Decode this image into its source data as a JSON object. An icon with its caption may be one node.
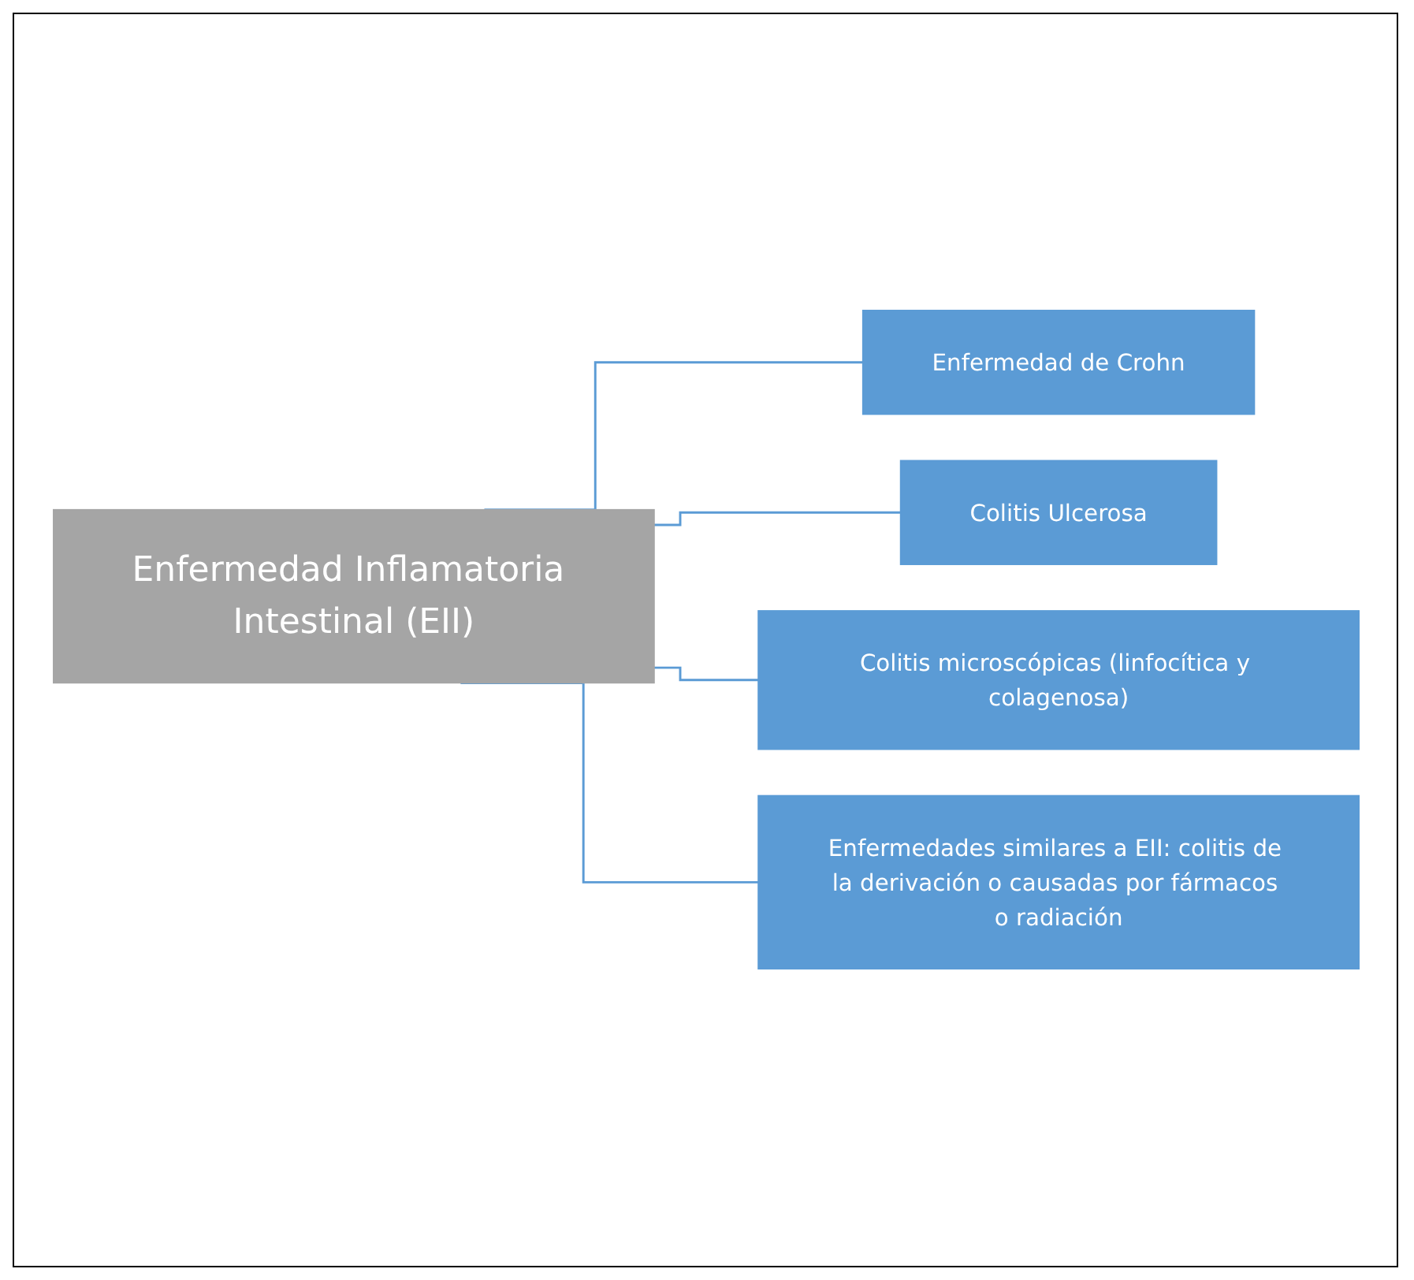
{
  "diagram": {
    "nodes": [
      {
        "text": [
          "Enfermedad Inflamatoria Intestinal (EII)"
        ]
      },
      {
        "text": [
          "Enfermedad de Crohn"
        ]
      },
      {
        "text": [
          "Colitis Ulcerosa"
        ]
      },
      {
        "text": [
          "Colitis microscópicas (linfocítica y colagenosa)"
        ]
      },
      {
        "text": [
          "Enfermedades similares a EII: colitis de la derivación o causadas por fármacos o radiación"
        ]
      }
    ],
    "edges": [
      {
        "from": 0,
        "to": 1,
        "arrow": "none"
      },
      {
        "from": 0,
        "to": 2,
        "arrow": "none"
      },
      {
        "from": 0,
        "to": 3,
        "arrow": "none"
      },
      {
        "from": 0,
        "to": 4,
        "arrow": "none"
      }
    ]
  }
}
